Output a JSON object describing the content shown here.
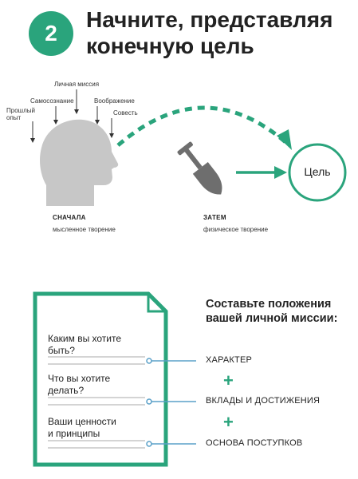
{
  "header": {
    "number": "2",
    "title_line1": "Начните, представляя",
    "title_line2": "конечную цель"
  },
  "influences": {
    "mission": "Личная миссия",
    "self_awareness": "Самосознание",
    "imagination": "Воображение",
    "past_line1": "Прошлый",
    "past_line2": "опыт",
    "conscience": "Совесть"
  },
  "goal_label": "Цель",
  "first": {
    "heading": "СНАЧАЛА",
    "sub": "мысленное творение"
  },
  "then": {
    "heading": "ЗАТЕМ",
    "sub": "физическое творение"
  },
  "mission": {
    "title_line1": "Составьте положения",
    "title_line2": "вашей личной миссии:",
    "questions": [
      {
        "line1": "Каким вы хотите",
        "line2": "быть?"
      },
      {
        "line1": "Что вы хотите",
        "line2": "делать?"
      },
      {
        "line1": "Ваши ценности",
        "line2": "и принципы"
      }
    ],
    "items": [
      "ХАРАКТЕР",
      "ВКЛАДЫ И ДОСТИЖЕНИЯ",
      "ОСНОВА ПОСТУПКОВ"
    ],
    "plus": "+"
  },
  "colors": {
    "accent": "#2aa47c",
    "head": "#c7c7c7",
    "ink": "#222222",
    "connector": "#5aa0c8"
  }
}
